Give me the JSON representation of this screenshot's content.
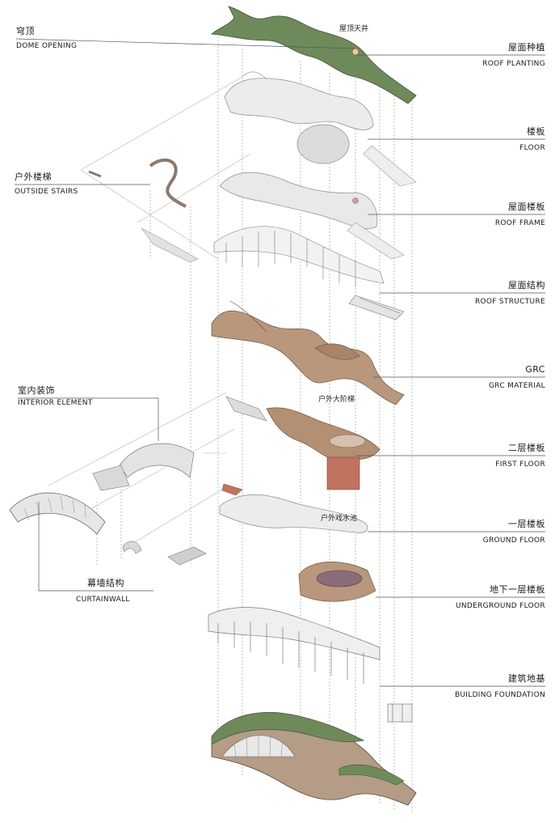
{
  "left_labels": [
    {
      "cn": "穹顶",
      "en": "DOME OPENING"
    },
    {
      "cn": "户外楼梯",
      "en": "OUTSIDE STAIRS"
    },
    {
      "cn": "室内装饰",
      "en": "INTERIOR ELEMENT"
    },
    {
      "cn": "幕墙结构",
      "en": "CURTAINWALL"
    }
  ],
  "right_labels": [
    {
      "cn": "屋面种植",
      "en": "ROOF PLANTING"
    },
    {
      "cn": "楼板",
      "en": "FLOOR"
    },
    {
      "cn": "屋面楼板",
      "en": "ROOF FRAME"
    },
    {
      "cn": "屋面结构",
      "en": "ROOF STRUCTURE"
    },
    {
      "cn": "GRC",
      "en": "GRC MATERIAL"
    },
    {
      "cn": "二层楼板",
      "en": "FIRST FLOOR"
    },
    {
      "cn": "一层楼板",
      "en": "GROUND FLOOR"
    },
    {
      "cn": "地下一层楼板",
      "en": "UNDERGROUND FLOOR"
    },
    {
      "cn": "建筑地基",
      "en": "BUILDING FOUNDATION"
    }
  ],
  "on_model_labels": [
    "屋顶天井",
    "户外大阶梯",
    "户外戏水池"
  ],
  "colors": {
    "roof_green": "#6f8a5a",
    "grc_tan": "#b9977c",
    "terracotta": "#c0735f",
    "pale_grey": "#e7e7e7",
    "structure_grey": "#8d8d8d",
    "leader_line": "#555555"
  }
}
